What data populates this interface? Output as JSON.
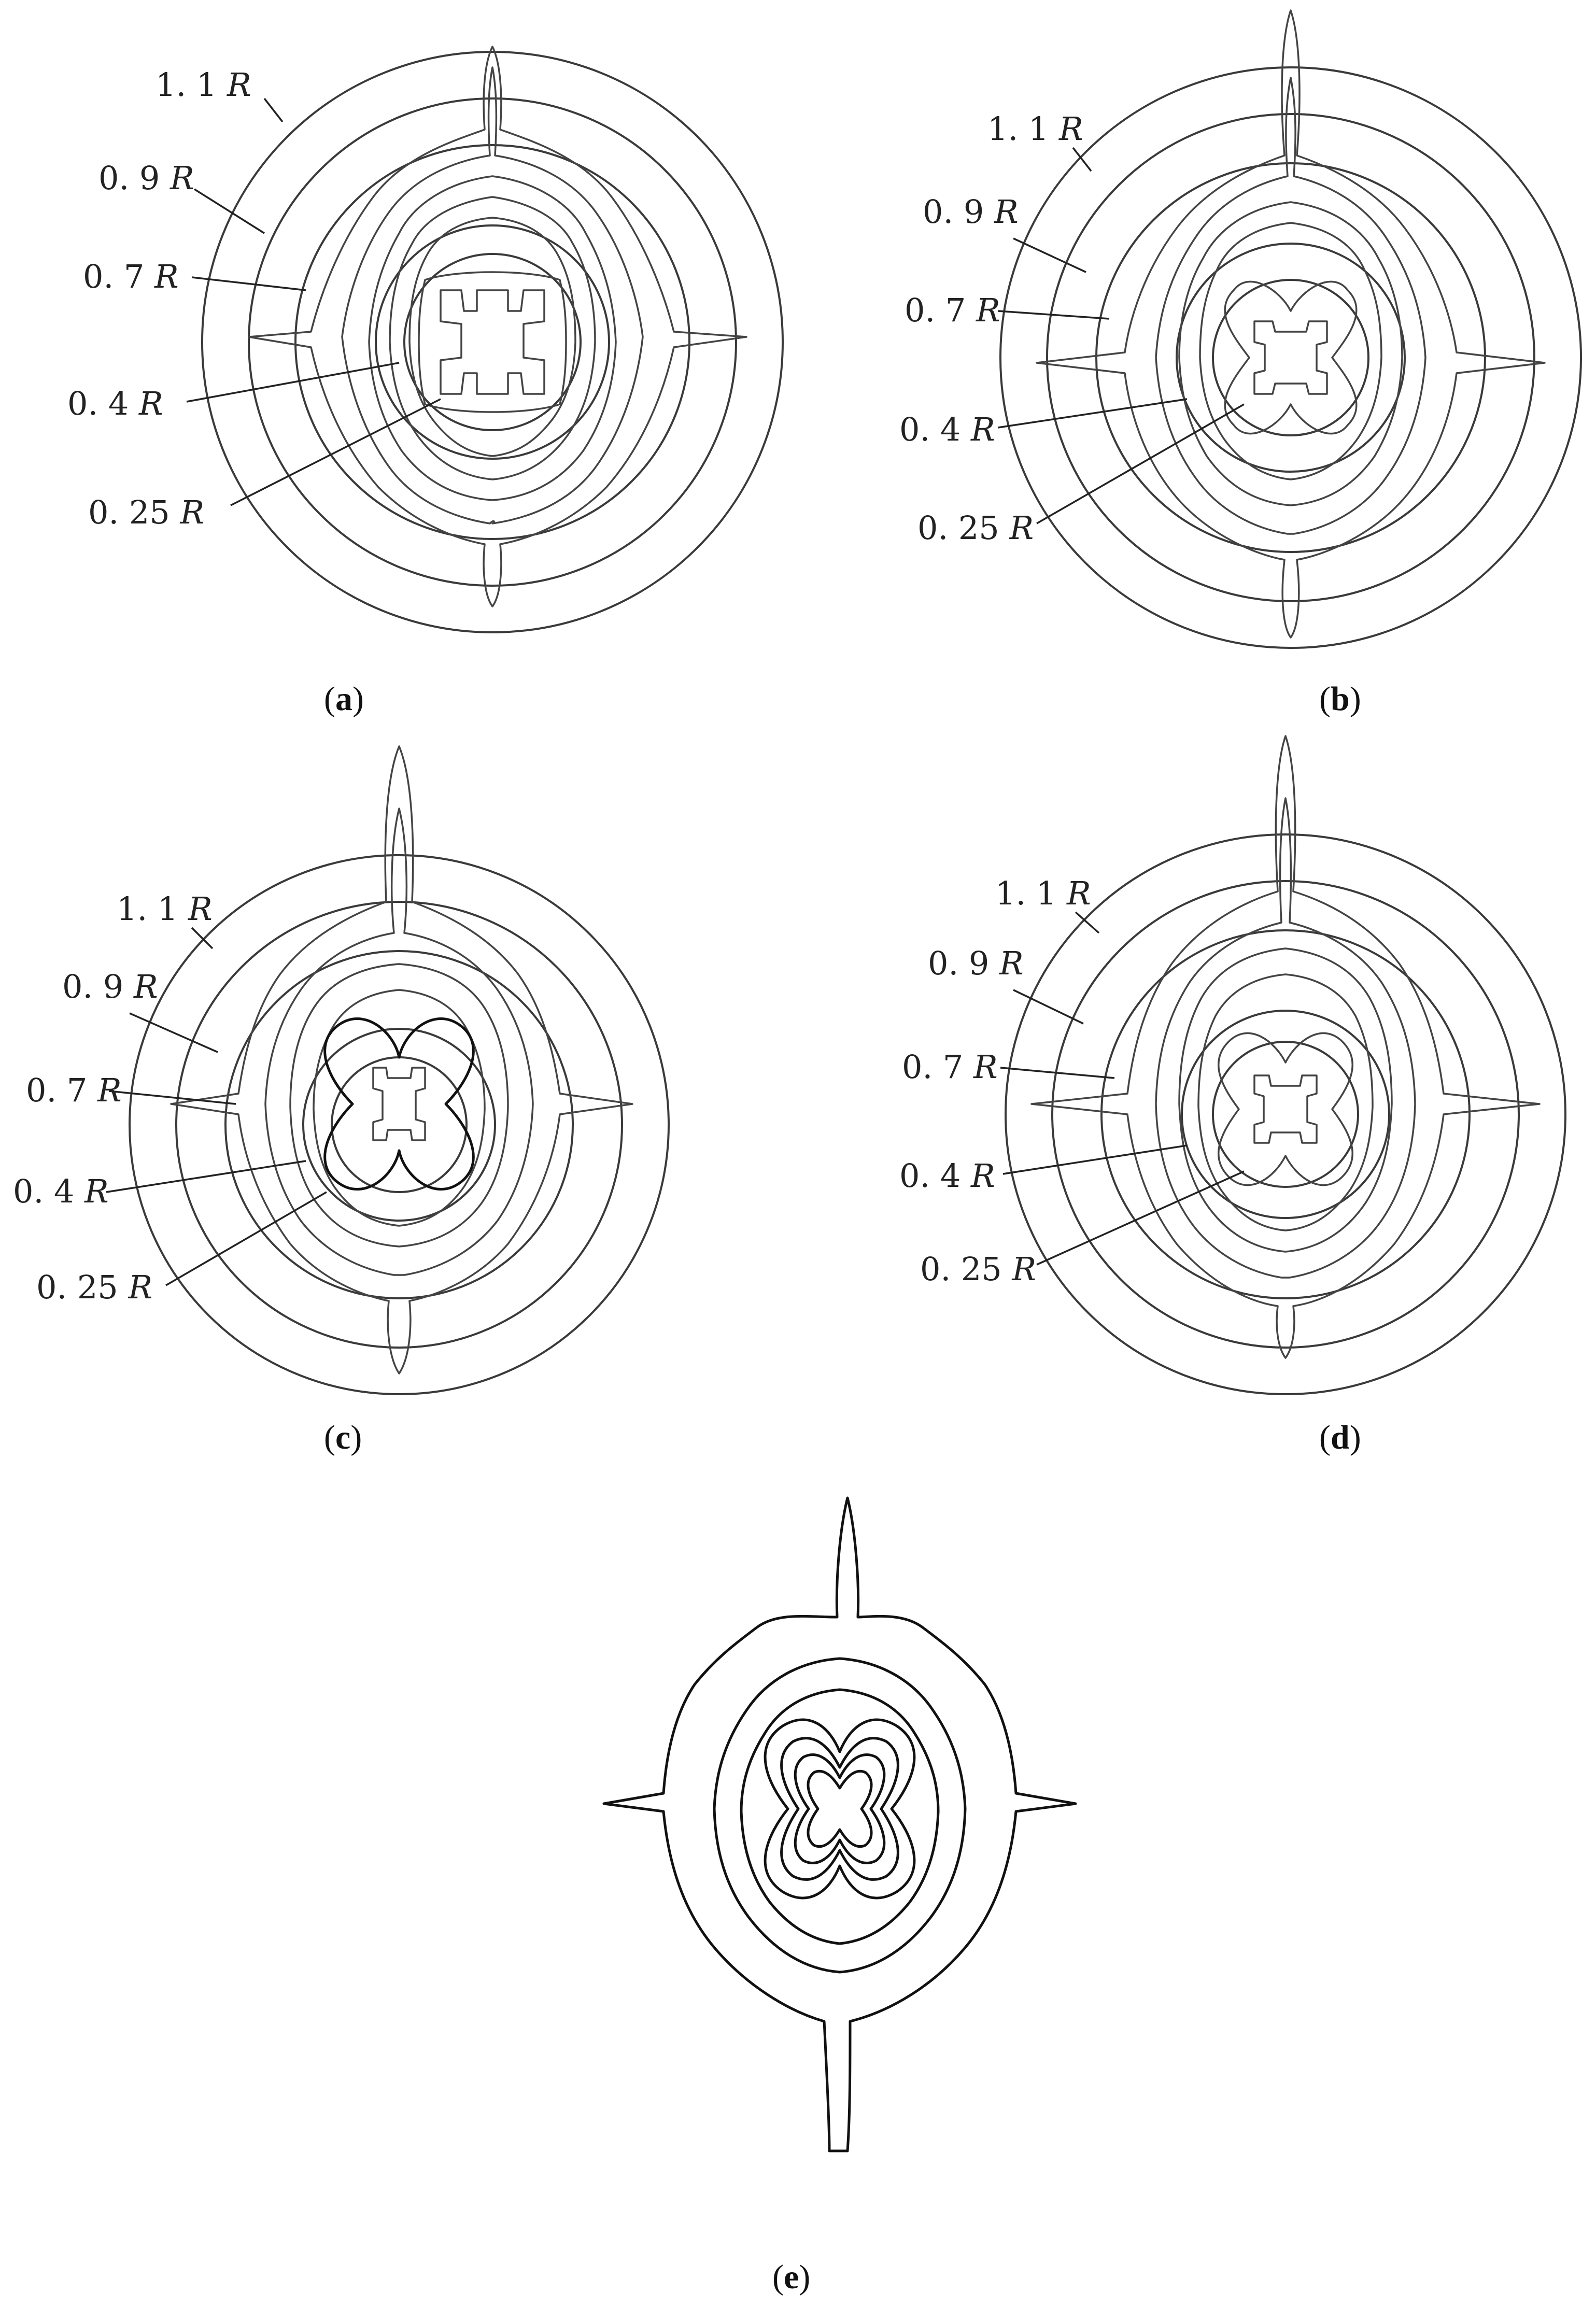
{
  "panels": [
    {
      "id": "a",
      "caption_open": "(",
      "caption_letter": "a",
      "caption_close": ")",
      "labels": [
        {
          "num": "1. 1",
          "r": "R"
        },
        {
          "num": "0. 9",
          "r": "R"
        },
        {
          "num": "0. 7",
          "r": "R"
        },
        {
          "num": "0. 4",
          "r": "R"
        },
        {
          "num": "0. 25",
          "r": "R"
        }
      ]
    },
    {
      "id": "b",
      "caption_open": "(",
      "caption_letter": "b",
      "caption_close": ")",
      "labels": [
        {
          "num": "1. 1",
          "r": "R"
        },
        {
          "num": "0. 9",
          "r": "R"
        },
        {
          "num": "0. 7",
          "r": "R"
        },
        {
          "num": "0. 4",
          "r": "R"
        },
        {
          "num": "0. 25",
          "r": "R"
        }
      ]
    },
    {
      "id": "c",
      "caption_open": "(",
      "caption_letter": "c",
      "caption_close": ")",
      "labels": [
        {
          "num": "1. 1",
          "r": "R"
        },
        {
          "num": "0. 9",
          "r": "R"
        },
        {
          "num": "0. 7",
          "r": "R"
        },
        {
          "num": "0. 4",
          "r": "R"
        },
        {
          "num": "0. 25",
          "r": "R"
        }
      ]
    },
    {
      "id": "d",
      "caption_open": "(",
      "caption_letter": "d",
      "caption_close": ")",
      "labels": [
        {
          "num": "1. 1",
          "r": "R"
        },
        {
          "num": "0. 9",
          "r": "R"
        },
        {
          "num": "0. 7",
          "r": "R"
        },
        {
          "num": "0. 4",
          "r": "R"
        },
        {
          "num": "0. 25",
          "r": "R"
        }
      ]
    },
    {
      "id": "e",
      "caption_open": "(",
      "caption_letter": "e",
      "caption_close": ")",
      "labels": []
    }
  ]
}
